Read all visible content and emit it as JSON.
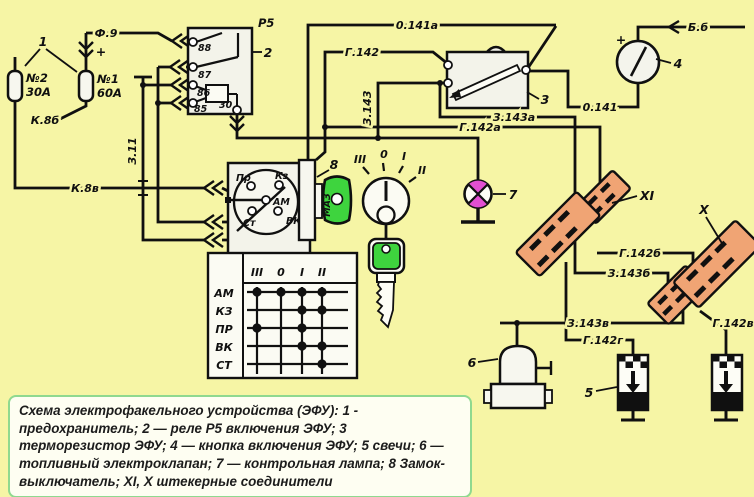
{
  "colors": {
    "background": "#f6f5a5",
    "line": "#101010",
    "connector_orange": "#f0a474",
    "key_green": "#3ed43e",
    "lamp_magenta": "#e24fd2",
    "box_white": "#f3f3ea",
    "caption_border": "#8fd98f"
  },
  "callouts": {
    "c1": "1",
    "c2": "2",
    "c3": "3",
    "c4": "4",
    "c5": "5",
    "c6": "6",
    "c7": "7",
    "c8": "8"
  },
  "fuses": {
    "f2_no": "№2",
    "f2_a": "30А",
    "f1_no": "№1",
    "f1_a": "60А",
    "plus": "+"
  },
  "relay": {
    "name": "Р5",
    "t88": "88",
    "t87": "87",
    "t86": "86",
    "t85": "85",
    "t30": "30"
  },
  "button": {
    "plus": "+"
  },
  "wires": {
    "f9": "Ф.9",
    "k8b": "К.8б",
    "k8v": "К.8в",
    "z11": "З.11",
    "o141a": "0.141а",
    "o141": "0.141",
    "bb": "Б.б",
    "g142": "Г.142",
    "g142a": "Г.142а",
    "g142b": "Г.142б",
    "g142v": "Г.142в",
    "g142g": "Г.142г",
    "z143": "З.143",
    "z143a": "З.143а",
    "z143b": "З.143б",
    "z143v": "З.143в"
  },
  "ignition": {
    "brand": "МАЗ",
    "terminals": {
      "pr": "Пр",
      "kz": "Кз",
      "am": "АМ",
      "st": "Ст",
      "vk": "ВК"
    },
    "positions": [
      "III",
      "0",
      "I",
      "II"
    ]
  },
  "connectors": {
    "xi": "XI",
    "x": "X"
  },
  "contact_table": {
    "columns": [
      "III",
      "0",
      "I",
      "II"
    ],
    "rows": [
      "АМ",
      "КЗ",
      "ПР",
      "ВК",
      "СТ"
    ],
    "marks": [
      [
        1,
        1,
        1,
        1
      ],
      [
        0,
        0,
        1,
        1
      ],
      [
        1,
        0,
        1,
        0
      ],
      [
        0,
        0,
        1,
        1
      ],
      [
        0,
        0,
        0,
        1
      ]
    ]
  },
  "caption": {
    "text": "Схема электрофакельного устройства (ЭФУ): 1 - предохранитель; 2 — реле Р5 включения ЭФУ; 3 терморезистор ЭФУ; 4 — кнопка включения ЭФУ; 5 свечи; 6 — топливный электроклапан; 7 — контрольная лампа; 8 Замок-выключатель; XI, X штекерные соединители"
  }
}
